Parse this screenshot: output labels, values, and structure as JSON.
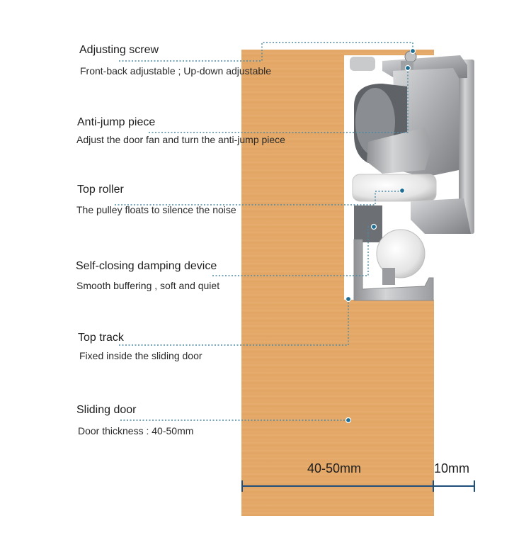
{
  "callouts": [
    {
      "title": "Adjusting screw",
      "desc": "Front-back adjustable ; Up-down adjustable"
    },
    {
      "title": "Anti-jump piece",
      "desc": "Adjust the door fan and turn the anti-jump piece"
    },
    {
      "title": "Top roller",
      "desc": "The pulley floats to silence the noise"
    },
    {
      "title": "Self-closing damping device",
      "desc": "Smooth buffering , soft and quiet"
    },
    {
      "title": "Top track",
      "desc": "Fixed inside the sliding door"
    },
    {
      "title": "Sliding door",
      "desc": "Door thickness : 40-50mm"
    }
  ],
  "dimensions": {
    "door_thickness": "40-50mm",
    "gap": "10mm"
  },
  "colors": {
    "door": "#e4a969",
    "leader": "#3a7f9a",
    "dimension": "#1f4f7a"
  }
}
